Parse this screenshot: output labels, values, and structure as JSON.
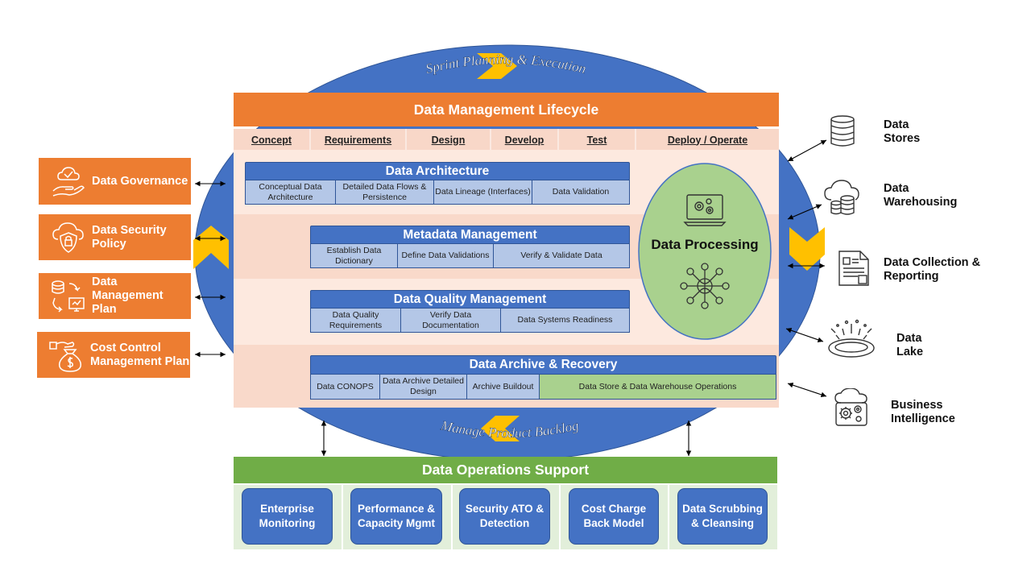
{
  "arc_top": "Sprint Planning & Execution",
  "arc_bottom": "Manage Product Backlog",
  "lifecycle_title": "Data Management Lifecycle",
  "phases": [
    "Concept",
    "Requirements",
    "Design",
    "Develop",
    "Test",
    "Deploy / Operate"
  ],
  "left_boxes": [
    {
      "label": "Data Governance",
      "icon": "hand-cloud-check-icon"
    },
    {
      "label": "Data Security Policy",
      "icon": "cloud-shield-lock-icon"
    },
    {
      "label": "Data Management Plan",
      "icon": "database-cycle-icon"
    },
    {
      "label": "Cost Control Management Plan",
      "icon": "money-bag-hand-icon"
    }
  ],
  "rows": {
    "architecture": {
      "title": "Data Architecture",
      "cells": [
        "Conceptual Data Architecture",
        "Detailed Data Flows & Persistence",
        "Data Lineage (Interfaces)",
        "Data Validation"
      ]
    },
    "metadata": {
      "title": "Metadata Management",
      "cells": [
        "Establish Data Dictionary",
        "Define Data Validations",
        "Verify & Validate Data"
      ]
    },
    "quality": {
      "title": "Data Quality Management",
      "cells": [
        "Data Quality Requirements",
        "Verify Data Documentation",
        "Data Systems Readiness"
      ]
    },
    "archive": {
      "title": "Data Archive & Recovery",
      "cells": [
        "Data CONOPS",
        "Data Archive Detailed Design",
        "Archive Buildout",
        "Data Store & Data Warehouse Operations"
      ]
    }
  },
  "data_processing": "Data Processing",
  "operations": {
    "title": "Data Operations Support",
    "items": [
      "Enterprise Monitoring",
      "Performance & Capacity Mgmt",
      "Security ATO & Detection",
      "Cost Charge Back Model",
      "Data Scrubbing & Cleansing"
    ]
  },
  "right_items": [
    {
      "label": "Data Stores",
      "icon": "database-stack-icon"
    },
    {
      "label": "Data Warehousing",
      "icon": "cloud-database-icon"
    },
    {
      "label": "Data Collection & Reporting",
      "icon": "report-document-icon"
    },
    {
      "label": "Data Lake",
      "icon": "lake-splash-icon"
    },
    {
      "label": "Business Intelligence",
      "icon": "cloud-gears-icon"
    }
  ],
  "colors": {
    "orange": "#ed7d31",
    "blue": "#4472c4",
    "light_blue": "#b4c7e7",
    "pink": "#fbe5d6",
    "green": "#70ad47",
    "light_green": "#a9d18e",
    "yellow": "#ffc000"
  }
}
